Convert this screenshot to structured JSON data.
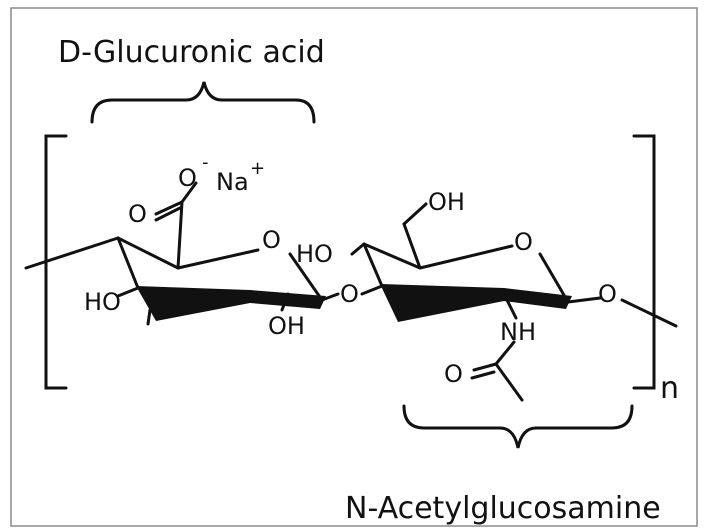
{
  "labels": {
    "top": "D-Glucuronic acid",
    "bottom": "N-Acetylglucosamine",
    "subscript": "n"
  },
  "atoms": {
    "carboxyl_o": "O",
    "carboxyl_anion": "O",
    "anion_charge": "-",
    "sodium": "Na",
    "sodium_charge": "+",
    "ring1_o": "O",
    "ring1_ho": "HO",
    "ring1_oh": "OH",
    "bridge_o": "O",
    "ring2_ho": "HO",
    "ring2_ch2oh": "OH",
    "ring2_o": "O",
    "ring2_nh": "NH",
    "acetyl_o": "O",
    "glycosidic_o": "O"
  },
  "colors": {
    "ink": "#111111",
    "frame": "#8a8a8a",
    "background": "#ffffff"
  }
}
